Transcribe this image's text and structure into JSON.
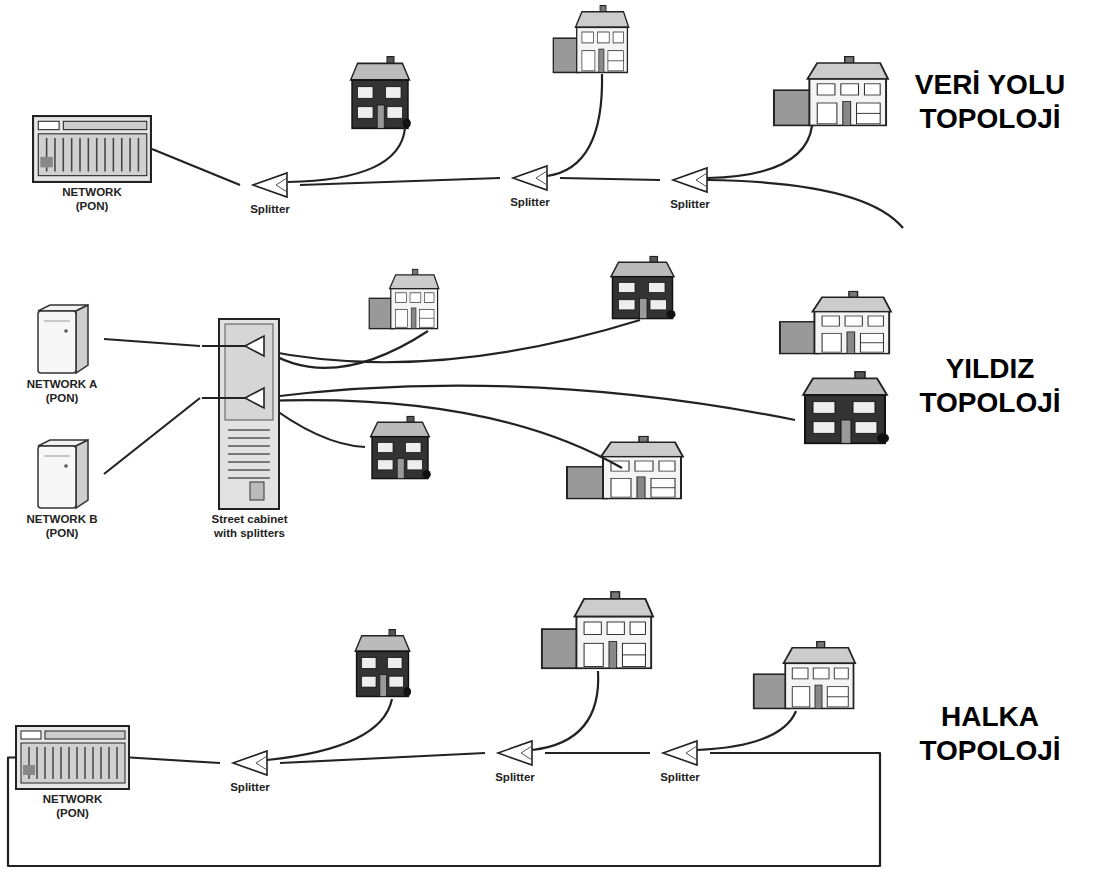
{
  "diagram": {
    "nodes": [
      {
        "text": [
          "NETWORK (PON)"
        ]
      },
      {
        "text": [
          "Splitter"
        ]
      },
      {
        "text": [
          "Splitter"
        ]
      },
      {
        "text": [
          "Splitter"
        ]
      },
      {
        "text": [
          "NETWORK A (PON)"
        ]
      },
      {
        "text": [
          "NETWORK B (PON)"
        ]
      },
      {
        "text": [
          "Street cabinet with splitters"
        ]
      },
      {
        "text": [
          "NETWORK (PON)"
        ]
      },
      {
        "text": [
          "Splitter"
        ]
      },
      {
        "text": [
          "Splitter"
        ]
      },
      {
        "text": [
          "Splitter"
        ]
      }
    ],
    "edges": [
      {
        "from": 0,
        "to": 1,
        "arrow": "none"
      },
      {
        "from": 1,
        "to": 2,
        "arrow": "none"
      },
      {
        "from": 2,
        "to": 3,
        "arrow": "none"
      },
      {
        "from": 4,
        "to": 6,
        "arrow": "none"
      },
      {
        "from": 5,
        "to": 6,
        "arrow": "none"
      },
      {
        "from": 7,
        "to": 8,
        "arrow": "none"
      },
      {
        "from": 8,
        "to": 9,
        "arrow": "none"
      },
      {
        "from": 9,
        "to": 10,
        "arrow": "none"
      },
      {
        "from": 10,
        "to": 7,
        "arrow": "none"
      }
    ],
    "labels": [
      "VERİ YOLU TOPOLOJİ",
      "YILDIZ TOPOLOJİ",
      "HALKA TOPOLOJİ"
    ]
  }
}
